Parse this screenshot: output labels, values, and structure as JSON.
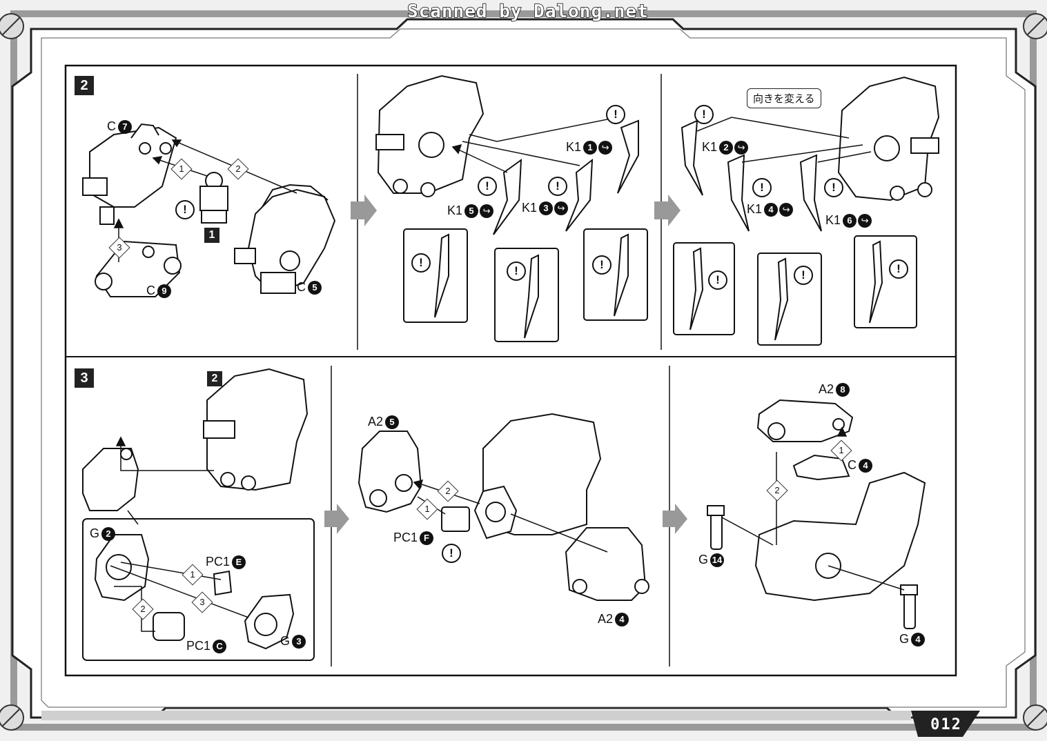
{
  "watermark": "Scanned by Dalong.net",
  "page_number": "012",
  "icons": {
    "caution": "exclamation-caution-icon",
    "nav": "gear-corner-icon",
    "flow": "next-step-arrow-icon"
  },
  "step2": {
    "badge": "2",
    "panel1": {
      "labels": {
        "c7": "C",
        "c7_num": "7",
        "c9": "C",
        "c9_num": "9",
        "c5": "C",
        "c5_num": "5"
      },
      "sub_ref": "1",
      "order": [
        "1",
        "2",
        "3"
      ],
      "caution": "!"
    },
    "panel2": {
      "labels": [
        {
          "part": "K1",
          "num": "1"
        },
        {
          "part": "K1",
          "num": "5"
        },
        {
          "part": "K1",
          "num": "3"
        }
      ],
      "caution": "!"
    },
    "panel3": {
      "note": "向きを変える",
      "labels": [
        {
          "part": "K1",
          "num": "2"
        },
        {
          "part": "K1",
          "num": "4"
        },
        {
          "part": "K1",
          "num": "6"
        }
      ],
      "caution": "!"
    }
  },
  "step3": {
    "badge": "3",
    "panel1": {
      "sub_ref": "2",
      "labels": {
        "g2": "G",
        "g2_num": "2",
        "pc1e": "PC1",
        "pc1e_num": "E",
        "pc1c": "PC1",
        "pc1c_num": "C",
        "g3": "G",
        "g3_num": "3"
      },
      "order": [
        "1",
        "2",
        "3"
      ]
    },
    "panel2": {
      "labels": {
        "a25": "A2",
        "a25_num": "5",
        "pc1f": "PC1",
        "pc1f_num": "F",
        "a24": "A2",
        "a24_num": "4"
      },
      "order": [
        "1",
        "2"
      ],
      "caution": "!"
    },
    "panel3": {
      "labels": {
        "a28": "A2",
        "a28_num": "8",
        "c4": "C",
        "c4_num": "4",
        "g14": "G",
        "g14_num": "14",
        "g4": "G",
        "g4_num": "4"
      },
      "order": [
        "1",
        "2"
      ]
    }
  }
}
